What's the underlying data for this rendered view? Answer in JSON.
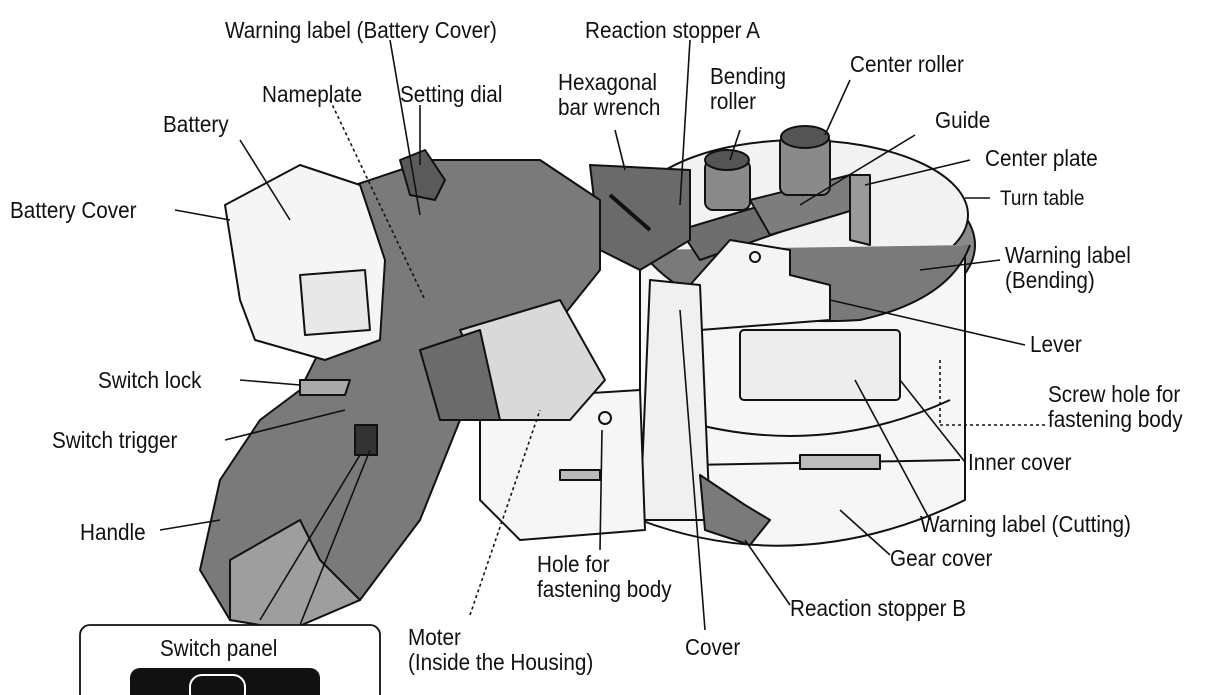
{
  "labels": {
    "warning_label_battery_cover": "Warning label (Battery Cover)",
    "reaction_stopper_a": "Reaction stopper A",
    "hexagonal_bar_wrench": "Hexagonal\nbar wrench",
    "bending_roller": "Bending\nroller",
    "center_roller": "Center roller",
    "nameplate": "Nameplate",
    "setting_dial": "Setting dial",
    "guide": "Guide",
    "battery": "Battery",
    "center_plate": "Center plate",
    "turn_table": "Turn table",
    "battery_cover": "Battery Cover",
    "warning_label_bending": "Warning label\n(Bending)",
    "lever": "Lever",
    "switch_lock": "Switch lock",
    "screw_hole_fastening_body": "Screw hole for\nfastening body",
    "switch_trigger": "Switch trigger",
    "inner_cover": "Inner cover",
    "warning_label_cutting": "Warning label (Cutting)",
    "handle": "Handle",
    "gear_cover": "Gear cover",
    "hole_fastening_body": "Hole for\nfastening body",
    "reaction_stopper_b": "Reaction stopper B",
    "moter": "Moter\n(Inside the Housing)",
    "cover": "Cover",
    "switch_panel": "Switch panel"
  },
  "colors": {
    "ink": "#111111",
    "body_dark": "#6f6f6f",
    "body_mid": "#9a9a9a",
    "body_light": "#cfcfcf",
    "white_part": "#f4f4f4"
  }
}
